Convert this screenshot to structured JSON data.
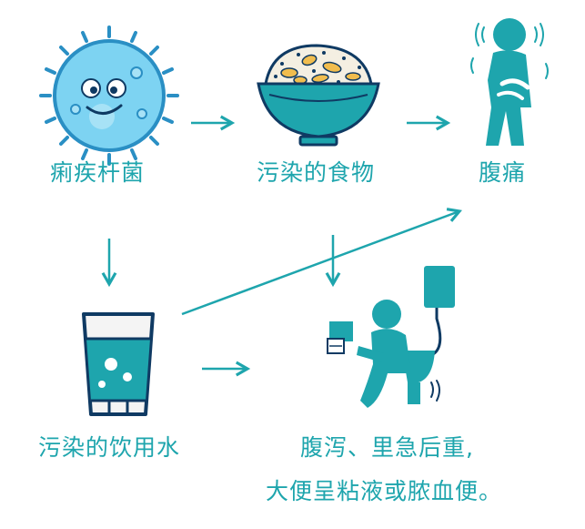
{
  "labels": {
    "bacteria": "痢疾杆菌",
    "contaminated_food": "污染的食物",
    "abdominal_pain": "腹痛",
    "contaminated_water": "污染的饮用水",
    "diarrhea_line1": "腹泻、里急后重,",
    "diarrhea_line2": "大便呈粘液或脓血便。"
  },
  "colors": {
    "teal": "#1ea5ad",
    "navy": "#0f3a63",
    "bacteria_blue": "#7dd3f2",
    "food_yellow": "#f1bd4e"
  },
  "icons": [
    "bacteria-icon",
    "food-bowl-icon",
    "stomach-ache-person-icon",
    "water-glass-icon",
    "toilet-person-icon"
  ]
}
